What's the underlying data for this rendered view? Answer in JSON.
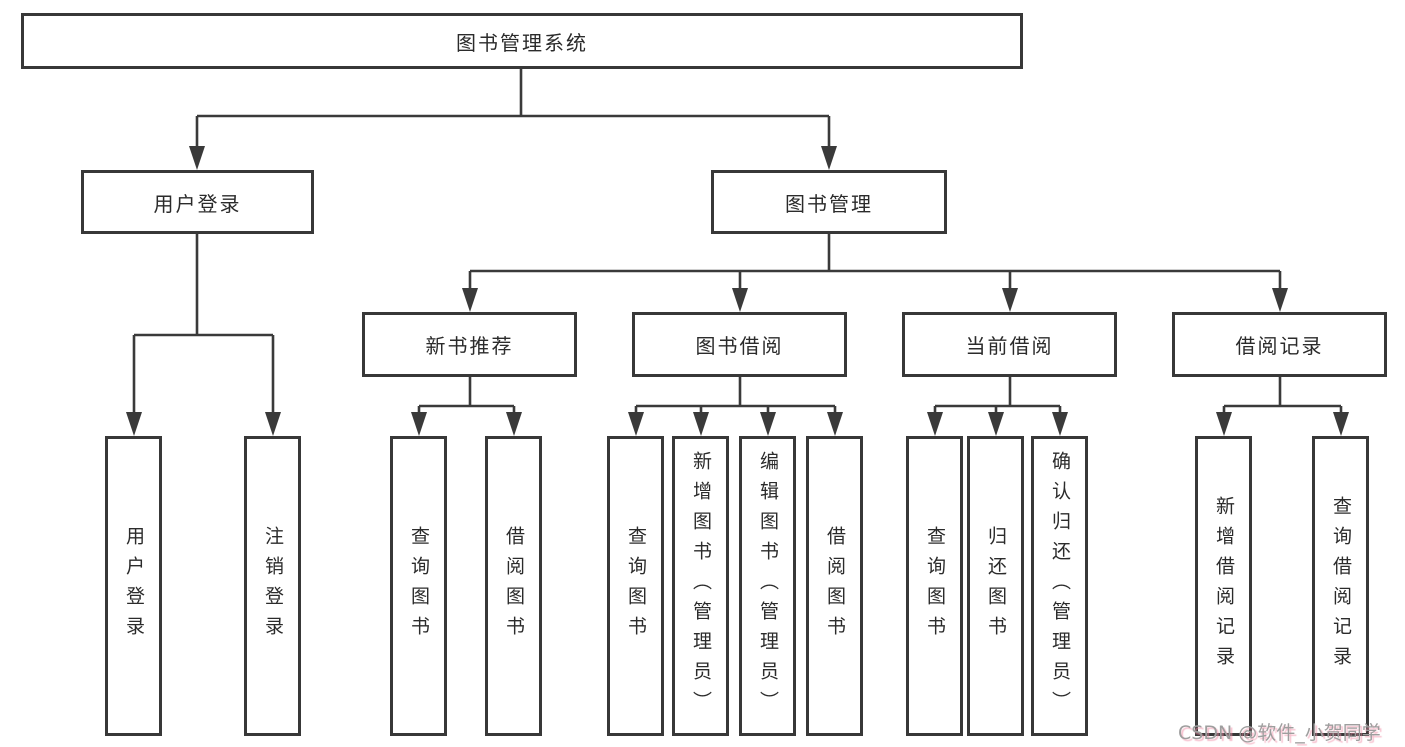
{
  "diagram": {
    "root": {
      "label": "图书管理系统",
      "children": [
        {
          "label": "用户登录",
          "children": [
            {
              "label": "用户登录"
            },
            {
              "label": "注销登录"
            }
          ]
        },
        {
          "label": "图书管理",
          "children": [
            {
              "label": "新书推荐",
              "children": [
                {
                  "label": "查询图书"
                },
                {
                  "label": "借阅图书"
                }
              ]
            },
            {
              "label": "图书借阅",
              "children": [
                {
                  "label": "查询图书"
                },
                {
                  "label": "新增图书（管理员）"
                },
                {
                  "label": "编辑图书（管理员）"
                },
                {
                  "label": "借阅图书"
                }
              ]
            },
            {
              "label": "当前借阅",
              "children": [
                {
                  "label": "查询图书"
                },
                {
                  "label": "归还图书"
                },
                {
                  "label": "确认归还（管理员）"
                }
              ]
            },
            {
              "label": "借阅记录",
              "children": [
                {
                  "label": "新增借阅记录"
                },
                {
                  "label": "查询借阅记录"
                }
              ]
            }
          ]
        }
      ]
    },
    "line_color": "#3a3a3a",
    "background_color": "#ffffff",
    "text_color": "#2b2b2b"
  },
  "watermark": {
    "text": "CSDN @软件_小贺同学",
    "color": "#9e9e9e"
  }
}
